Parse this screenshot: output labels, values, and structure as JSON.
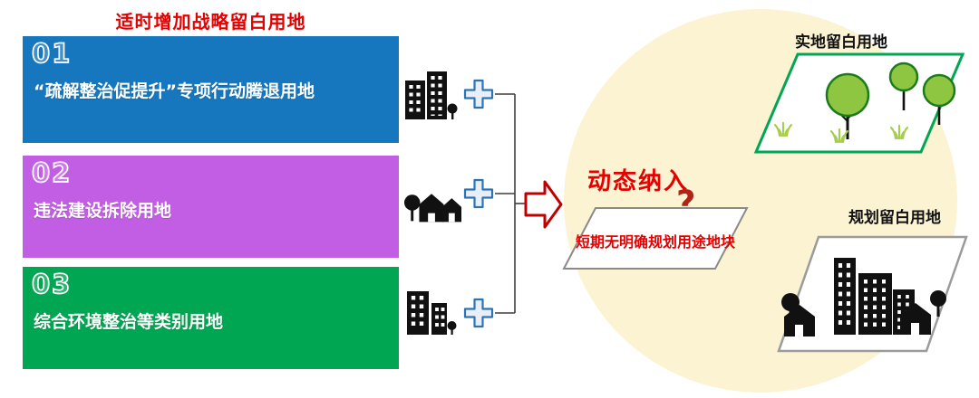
{
  "title": "适时增加战略留白用地",
  "sources": [
    {
      "number": "01",
      "label": "“疏解整治促提升”专项行动腾退用地"
    },
    {
      "number": "02",
      "label": "违法建设拆除用地"
    },
    {
      "number": "03",
      "label": "综合环境整治等类别用地"
    }
  ],
  "result": {
    "action_label": "动态纳入",
    "question_mark": "?",
    "parcel_label": "短期无明确规划用途地块",
    "field_land_label": "实地留白用地",
    "planned_land_label": "规划留白用地"
  },
  "colors": {
    "title_red": "#e60000",
    "box_blue": "#1677be",
    "box_purple": "#c25ee3",
    "box_green": "#00a651",
    "circle_bg": "#fcf3d2",
    "arrow_outline_red": "#c00000",
    "plus_outline_blue": "#2e74b5",
    "field_border_green": "#00a651",
    "planned_border_gray": "#9b9b9b",
    "question_dark_red": "#b02418"
  },
  "icons": {
    "plus": "✚",
    "block_arrow_right": "➡",
    "tree": "🌳",
    "grass": "ᴡ",
    "buildings": "🏢",
    "houses": "🏠"
  }
}
